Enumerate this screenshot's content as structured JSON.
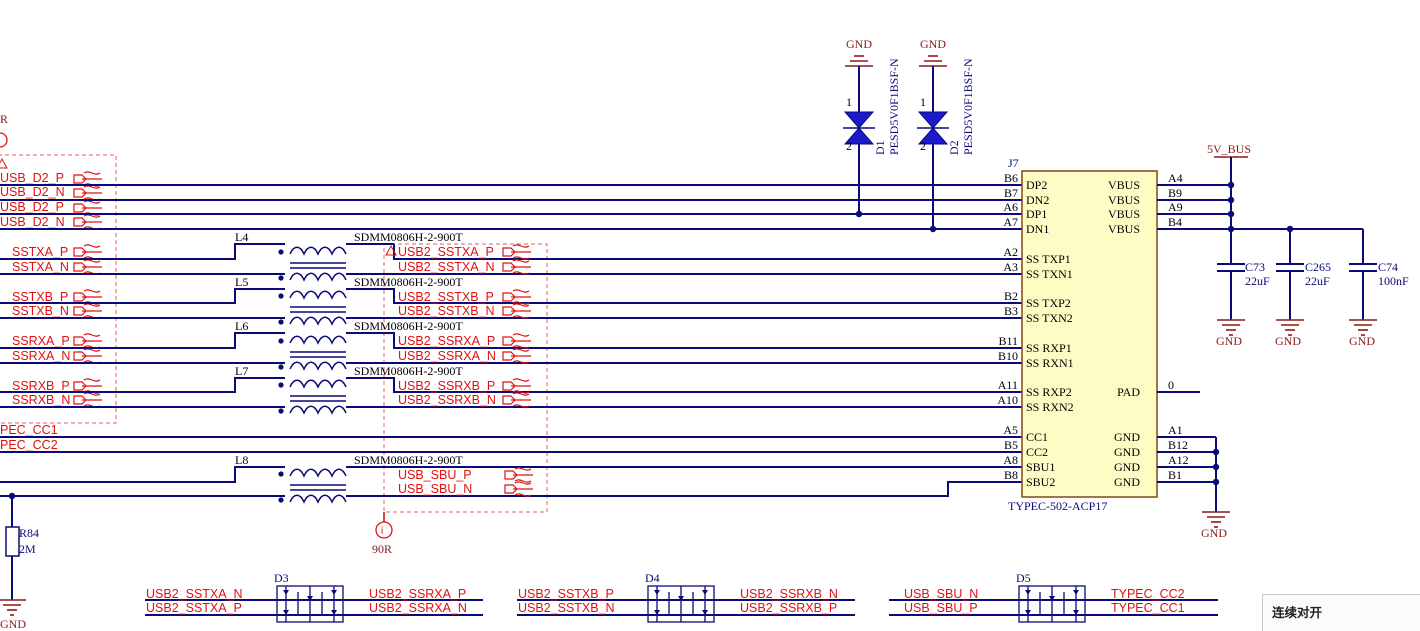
{
  "net_labels_left": {
    "usb_d2_p_1": "USB_D2_P",
    "usb_d2_n_1": "USB_D2_N",
    "usb_d2_p_2": "USB_D2_P",
    "usb_d2_n_2": "USB_D2_N",
    "sstxa_p": "SSTXA_P",
    "sstxa_n": "SSTXA_N",
    "sstxb_p": "SSTXB_P",
    "sstxb_n": "SSTXB_N",
    "ssrxa_p": "SSRXA_P",
    "ssrxa_n": "SSRXA_N",
    "ssrxb_p": "SSRXB_P",
    "ssrxb_n": "SSRXB_N",
    "typec_cc1": "PEC_CC1",
    "typec_cc2": "PEC_CC2",
    "top_r": "R"
  },
  "net_labels_mid": {
    "usb2_sstxa_p": "USB2_SSTXA_P",
    "usb2_sstxa_n": "USB2_SSTXA_N",
    "usb2_sstxb_p": "USB2_SSTXB_P",
    "usb2_sstxb_n": "USB2_SSTXB_N",
    "usb2_ssrxa_p": "USB2_SSRXA_P",
    "usb2_ssrxa_n": "USB2_SSRXA_N",
    "usb2_ssrxb_p": "USB2_SSRXB_P",
    "usb2_ssrxb_n": "USB2_SSRXB_N",
    "usb_sbu_p": "USB_SBU_P",
    "usb_sbu_n": "USB_SBU_N",
    "diff_pair_note": "90R"
  },
  "inductors": [
    {
      "ref": "L4",
      "part": "SDMM0806H-2-900T"
    },
    {
      "ref": "L5",
      "part": "SDMM0806H-2-900T"
    },
    {
      "ref": "L6",
      "part": "SDMM0806H-2-900T"
    },
    {
      "ref": "L7",
      "part": "SDMM0806H-2-900T"
    },
    {
      "ref": "L8",
      "part": "SDMM0806H-2-900T"
    }
  ],
  "diodes": [
    {
      "ref": "D1",
      "part": "PESD5V0F1BSF-N",
      "pin1": "1",
      "pin2": "2",
      "gnd": "GND"
    },
    {
      "ref": "D2",
      "part": "PESD5V0F1BSF-N",
      "pin1": "1",
      "pin2": "2",
      "gnd": "GND"
    }
  ],
  "connector": {
    "ref": "J7",
    "part": "TYPEC-502-ACP17",
    "left_pins": [
      {
        "num": "B6",
        "name": "DP2"
      },
      {
        "num": "B7",
        "name": "DN2"
      },
      {
        "num": "A6",
        "name": "DP1"
      },
      {
        "num": "A7",
        "name": "DN1"
      },
      {
        "num": "A2",
        "name": "SS TXP1"
      },
      {
        "num": "A3",
        "name": "SS TXN1"
      },
      {
        "num": "B2",
        "name": "SS TXP2"
      },
      {
        "num": "B3",
        "name": "SS TXN2"
      },
      {
        "num": "B11",
        "name": "SS RXP1"
      },
      {
        "num": "B10",
        "name": "SS RXN1"
      },
      {
        "num": "A11",
        "name": "SS RXP2"
      },
      {
        "num": "A10",
        "name": "SS RXN2"
      },
      {
        "num": "A5",
        "name": "CC1"
      },
      {
        "num": "B5",
        "name": "CC2"
      },
      {
        "num": "A8",
        "name": "SBU1"
      },
      {
        "num": "B8",
        "name": "SBU2"
      }
    ],
    "right_pins": [
      {
        "num": "A4",
        "name": "VBUS"
      },
      {
        "num": "B9",
        "name": "VBUS"
      },
      {
        "num": "A9",
        "name": "VBUS"
      },
      {
        "num": "B4",
        "name": "VBUS"
      },
      {
        "num": "0",
        "name": "PAD"
      },
      {
        "num": "A1",
        "name": "GND"
      },
      {
        "num": "B12",
        "name": "GND"
      },
      {
        "num": "A12",
        "name": "GND"
      },
      {
        "num": "B1",
        "name": "GND"
      }
    ]
  },
  "power": {
    "vbus": "5V_BUS",
    "gnd": "GND"
  },
  "capacitors": [
    {
      "ref": "C73",
      "value": "22uF"
    },
    {
      "ref": "C265",
      "value": "22uF"
    },
    {
      "ref": "C74",
      "value": "100nF"
    }
  ],
  "resistor": {
    "ref": "R84",
    "value": "2M"
  },
  "bottom": {
    "d3": {
      "ref": "D3",
      "left_top": "USB2_SSTXA_N",
      "left_bottom": "USB2_SSTXA_P",
      "right_top": "USB2_SSRXA_P",
      "right_bottom": "USB2_SSRXA_N"
    },
    "d4": {
      "ref": "D4",
      "left_top": "USB2_SSTXB_P",
      "left_bottom": "USB2_SSTXB_N",
      "right_top": "USB2_SSRXB_N",
      "right_bottom": "USB2_SSRXB_P"
    },
    "d5": {
      "ref": "D5",
      "left_top": "USB_SBU_N",
      "left_bottom": "USB_SBU_P",
      "right_top": "TYPEC_CC2",
      "right_bottom": "TYPEC_CC1"
    }
  },
  "panel": {
    "title": "连续对开"
  }
}
